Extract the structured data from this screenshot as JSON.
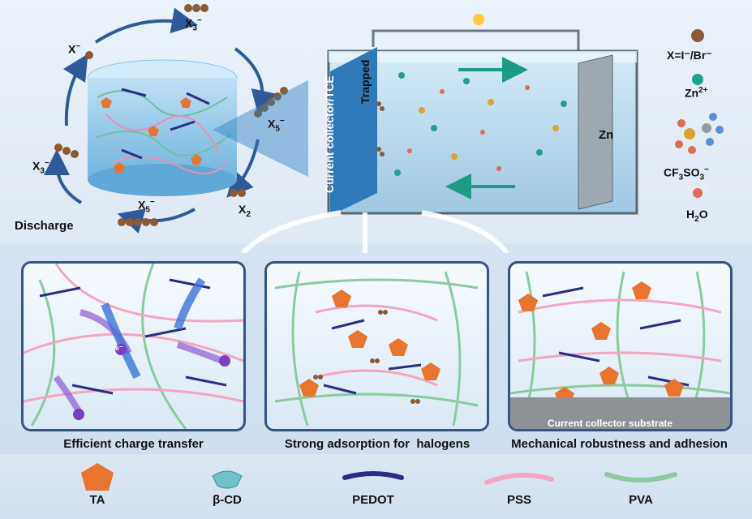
{
  "top": {
    "cycle_label": "Discharge",
    "species": {
      "x_minus": {
        "base": "X",
        "sup": "−"
      },
      "x3_top": {
        "base": "X",
        "sub": "3",
        "sup": "−"
      },
      "x5_right": {
        "base": "X",
        "sub": "5",
        "sup": "−"
      },
      "x2": {
        "base": "X",
        "sub": "2"
      },
      "x5_bottom": {
        "base": "X",
        "sub": "5",
        "sup": "−"
      },
      "x3_left": {
        "base": "X",
        "sub": "3",
        "sup": "−"
      }
    },
    "cell": {
      "collector_label": "Current collector/TCE",
      "trapped_label": "Trapped",
      "anode_label": "Zn"
    },
    "key": {
      "halogen": "X=I⁻/Br⁻",
      "zinc": {
        "base": "Zn",
        "sup": "2+"
      },
      "triflate": {
        "base": "CF",
        "sub": "3",
        "base2": "SO",
        "sub2": "3",
        "sup": "−"
      },
      "water": {
        "base": "H",
        "sub": "2",
        "base2": "O"
      }
    }
  },
  "panels": [
    {
      "title": "Efficient charge transfer",
      "electron_label": "e⁻"
    },
    {
      "title": "Strong adsorption for  halogens"
    },
    {
      "title": "Mechanical robustness and adhesion",
      "substrate_label": "Current collector substrate"
    }
  ],
  "legend": [
    {
      "label": "TA",
      "color": "#e9742d",
      "icon": "pentagon-icon"
    },
    {
      "label": "β-CD",
      "color": "#6fc3c6",
      "icon": "cyclodextrin-icon"
    },
    {
      "label": "PEDOT",
      "color": "#2a2d86",
      "icon": "chain-icon"
    },
    {
      "label": "PSS",
      "color": "#f3a6c0",
      "icon": "chain-icon"
    },
    {
      "label": "PVA",
      "color": "#8ccaa0",
      "icon": "chain-icon"
    }
  ]
}
